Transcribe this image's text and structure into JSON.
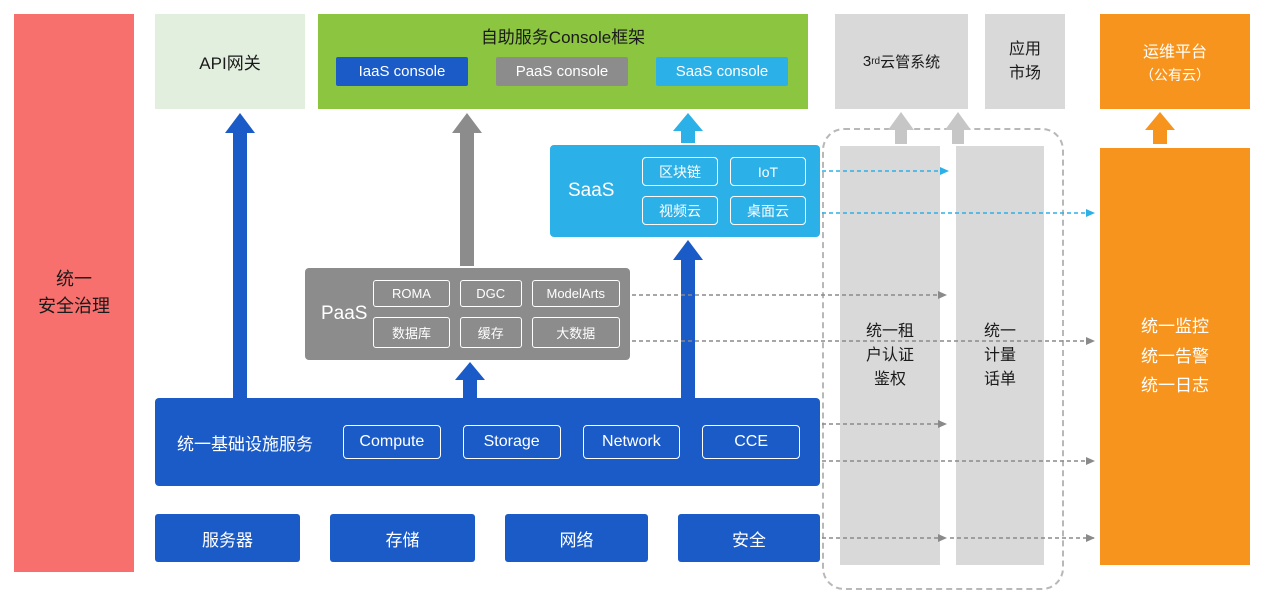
{
  "colors": {
    "red": "#F8706E",
    "light_green": "#E2EFDF",
    "green": "#8CC540",
    "blue": "#1A5BC8",
    "gray_dark": "#8C8C8C",
    "gray_light": "#D9D9D9",
    "cyan": "#2CB0E8",
    "orange": "#F7941D"
  },
  "security_bar": {
    "label": "统一\n安全治理"
  },
  "api_gateway": {
    "label": "API网关"
  },
  "console": {
    "title": "自助服务Console框架",
    "items": [
      {
        "label": "IaaS console"
      },
      {
        "label": "PaaS console"
      },
      {
        "label": "SaaS console"
      }
    ]
  },
  "third_party": {
    "pre": "3",
    "sup": "rd",
    "post": "云管系统"
  },
  "app_market": {
    "label": "应用\n市场"
  },
  "ops_platform": {
    "line1": "运维平台",
    "line2": "（公有云）"
  },
  "saas": {
    "label": "SaaS",
    "items": [
      "区块链",
      "IoT",
      "视频云",
      "桌面云"
    ]
  },
  "paas": {
    "label": "PaaS",
    "items": [
      "ROMA",
      "DGC",
      "ModelArts",
      "数据库",
      "缓存",
      "大数据"
    ]
  },
  "infrastructure": {
    "label": "统一基础设施服务",
    "items": [
      "Compute",
      "Storage",
      "Network",
      "CCE"
    ]
  },
  "bottom_row": [
    "服务器",
    "存储",
    "网络",
    "安全"
  ],
  "auth_bar": {
    "label": "统一租\n户认证\n鉴权"
  },
  "metering_bar": {
    "label": "统一\n计量\n话单"
  },
  "monitoring_bar": {
    "label": "统一监控\n统一告警\n统一日志"
  }
}
